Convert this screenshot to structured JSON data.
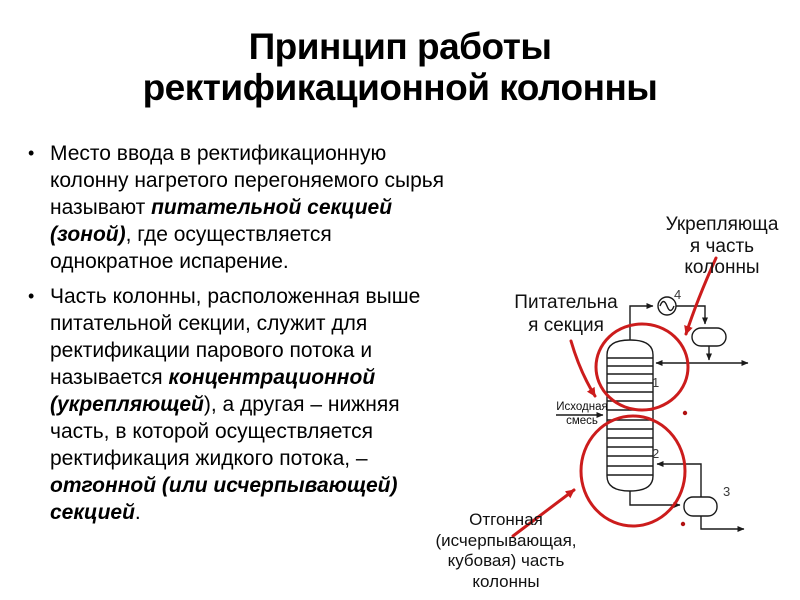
{
  "slide": {
    "title": {
      "line1": "Принцип работы",
      "line2": "ректификационной колонны"
    },
    "bullet_char": "•",
    "bullets": [
      {
        "segments": [
          {
            "t": "Место ввода в ректификационную\nколонну нагретого перегоняемого сырья\nназывают "
          },
          {
            "t": "питательной секцией\n(зоной)",
            "b": true
          },
          {
            "t": ", где осуществляется\nоднократное испарение."
          }
        ]
      },
      {
        "segments": [
          {
            "t": "Часть колонны, расположенная выше\nпитательной секции, служит для\nректификации парового потока и\nназывается "
          },
          {
            "t": "концентрационной\n(укрепляющей",
            "b": true
          },
          {
            "t": "), а другая – нижняя\nчасть, в которой осуществляется\nректификация жидкого потока, –\n"
          },
          {
            "t": "отгонной (или исчерпывающей)\nсекцией",
            "b": true
          },
          {
            "t": "."
          }
        ]
      }
    ]
  },
  "diagram": {
    "labels": {
      "rectifying_part": "Укрепляюща\nя часть\nколонны",
      "feed_section": "Питательна\nя секция",
      "feed_stream": "Исходная\nсмесь",
      "stripping_part": "Отгонная\n(исчерпывающая,\nкубовая) часть\nколонны"
    },
    "numbers": {
      "top_tray": "1",
      "bottom_tray": "2",
      "reboiler": "3",
      "condenser": "4"
    },
    "colors": {
      "annotation_red": "#cc1c1c",
      "dot_red": "#b01111",
      "line_black": "#1a1a1a",
      "number_gray": "#3a3a3a"
    }
  }
}
